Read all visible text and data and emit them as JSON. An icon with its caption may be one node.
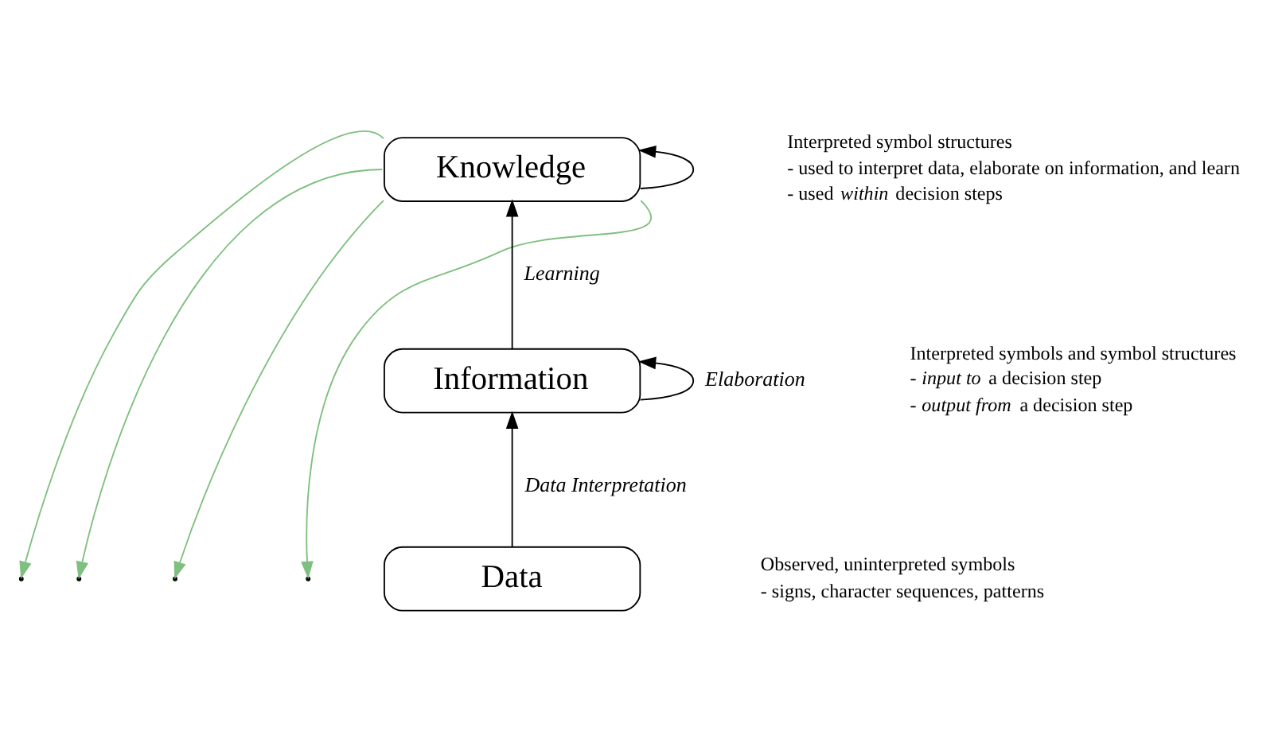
{
  "diagram": {
    "nodes": [
      {
        "text": [
          "Knowledge"
        ],
        "beside": [
          "Interpreted symbol structures",
          "- used to interpret data, elaborate on information, and learn",
          "- used *within* decision steps"
        ]
      },
      {
        "text": [
          "Information"
        ],
        "beside": [
          "Interpreted symbols and symbol structures",
          "- *input to* a decision step",
          "- *output from* a decision step"
        ]
      },
      {
        "text": [
          "Data"
        ],
        "beside": [
          "Observed, uninterpreted symbols",
          "- signs, character sequences, patterns"
        ]
      }
    ],
    "edges": [
      {
        "from": 2,
        "to": 1,
        "arrow": "to",
        "label": "Data Interpretation"
      },
      {
        "from": 1,
        "to": 1,
        "arrow": "to",
        "label": "Elaboration"
      },
      {
        "from": 1,
        "to": 0,
        "arrow": "to",
        "label": "Learning"
      },
      {
        "from": 0,
        "to": 0,
        "arrow": "to"
      },
      {
        "from": 0,
        "to": null,
        "arrow": "to",
        "color": "#7fbf7f"
      },
      {
        "from": 0,
        "to": null,
        "arrow": "to",
        "color": "#7fbf7f"
      },
      {
        "from": 0,
        "to": null,
        "arrow": "to",
        "color": "#7fbf7f"
      },
      {
        "from": 0,
        "to": null,
        "arrow": "to",
        "color": "#7fbf7f"
      }
    ]
  }
}
